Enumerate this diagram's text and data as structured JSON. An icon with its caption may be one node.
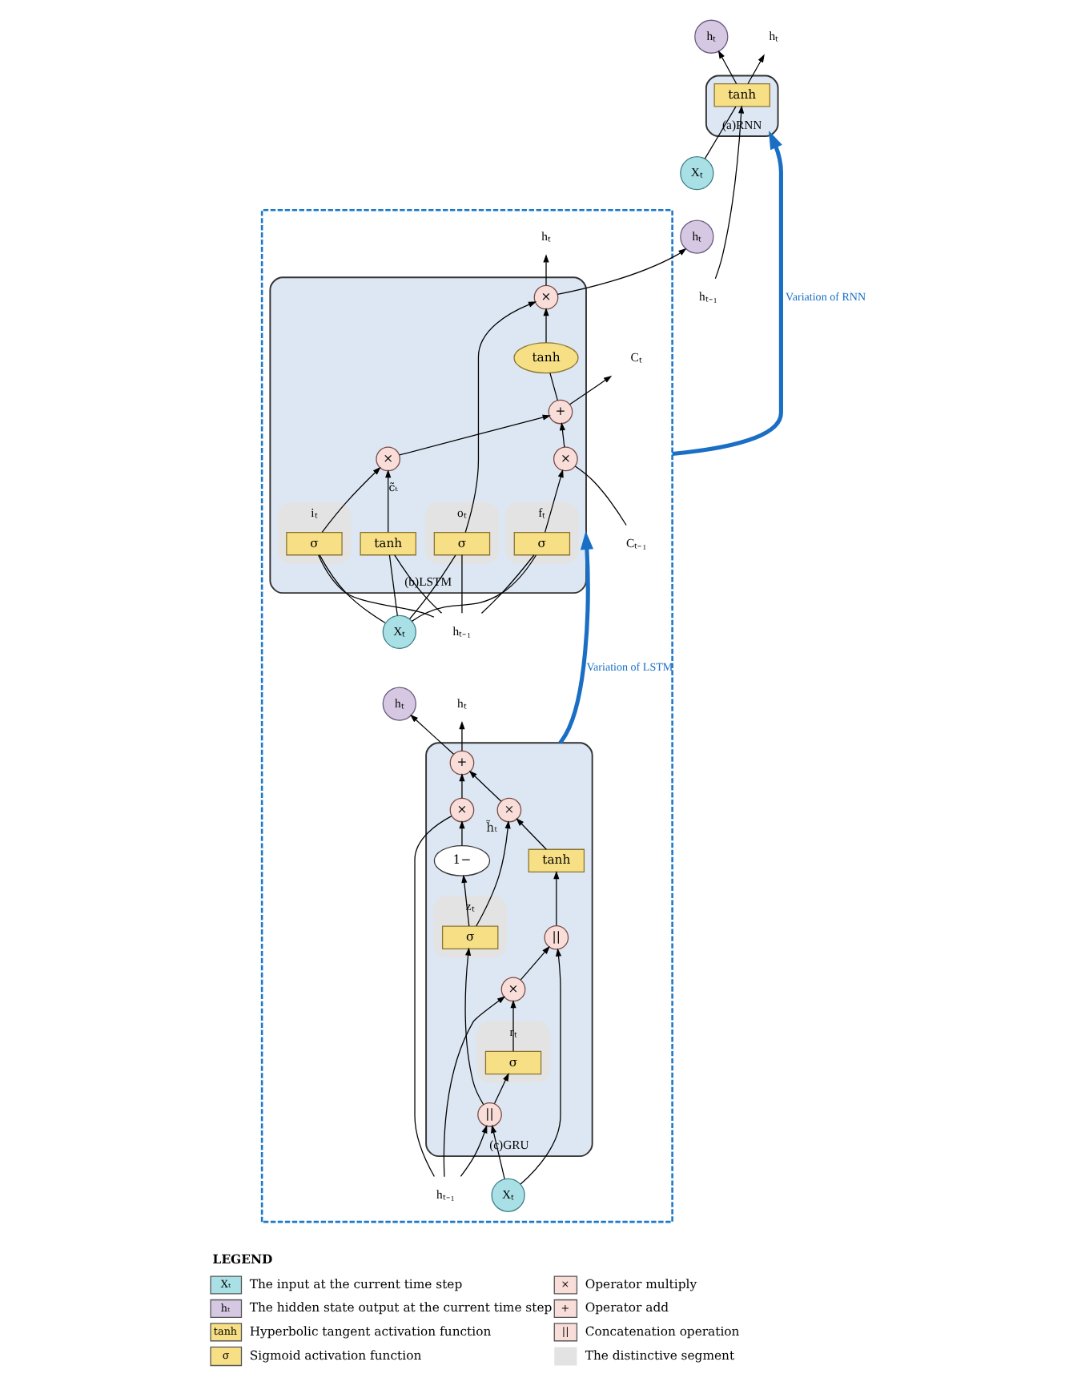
{
  "diagram": {
    "nodes": [
      {
        "text": [
          "(a)RNN"
        ]
      },
      {
        "text": [
          "hₜ₋₁"
        ]
      },
      {
        "text": [
          "tanh"
        ],
        "in": 0
      },
      {
        "text": [
          "Xₜ"
        ]
      },
      {
        "text": [
          "hₜ"
        ]
      },
      {
        "text": [
          "hₜ"
        ]
      },
      {
        "text": [],
        "shape": "box"
      },
      {
        "text": [
          "(b)LSTM"
        ],
        "in": 6
      },
      {
        "text": [
          "Cₜ₋₁"
        ],
        "in": 6
      },
      {
        "text": [
          "×"
        ],
        "in": 7
      },
      {
        "text": [
          "+"
        ],
        "in": 7
      },
      {
        "text": [
          "Cₜ"
        ],
        "in": 6
      },
      {
        "text": [
          "tanh"
        ],
        "in": 7
      },
      {
        "text": [
          "×"
        ],
        "in": 7
      },
      {
        "text": [
          "fₜ"
        ],
        "in": 7
      },
      {
        "text": [
          "σ"
        ],
        "in": 14
      },
      {
        "text": [
          "iₜ"
        ],
        "in": 7
      },
      {
        "text": [
          "σ"
        ],
        "in": 16
      },
      {
        "text": [
          "×"
        ],
        "in": 7
      },
      {
        "text": [
          "tanh"
        ],
        "in": 7
      },
      {
        "text": [
          "oₜ"
        ],
        "in": 7
      },
      {
        "text": [
          "σ"
        ],
        "in": 20
      },
      {
        "text": [
          "hₜ₋₁"
        ],
        "in": 6
      },
      {
        "text": [
          "hₜ"
        ],
        "in": 6
      },
      {
        "text": [
          "Xₜ"
        ],
        "in": 6
      },
      {
        "text": [
          "hₜ"
        ]
      },
      {
        "text": [
          "(c)GRU"
        ],
        "in": 6
      },
      {
        "text": [
          "hₜ₋₁"
        ],
        "in": 6
      },
      {
        "text": [
          "×"
        ],
        "in": 26
      },
      {
        "text": [
          "+"
        ],
        "in": 26
      },
      {
        "text": [
          "hₜ"
        ],
        "in": 6
      },
      {
        "text": [
          "hₜ"
        ],
        "in": 6
      },
      {
        "text": [
          "1−"
        ],
        "in": 26
      },
      {
        "text": [
          "×"
        ],
        "in": 26
      },
      {
        "text": [
          "rₜ"
        ],
        "in": 26
      },
      {
        "text": [
          "σ"
        ],
        "in": 34
      },
      {
        "text": [
          "zₜ"
        ],
        "in": 26
      },
      {
        "text": [
          "σ"
        ],
        "in": 36
      },
      {
        "text": [
          "×"
        ],
        "in": 26,
        "beside": [
          "h̃ₜ"
        ]
      },
      {
        "text": [
          "||"
        ],
        "in": 26
      },
      {
        "text": [
          "||"
        ],
        "in": 26
      },
      {
        "text": [
          "tanh"
        ],
        "in": 26
      },
      {
        "text": [
          "Xₜ"
        ],
        "in": 6
      }
    ],
    "edges": [
      {
        "from": 1,
        "to": 2,
        "arrow": "to"
      },
      {
        "from": 3,
        "to": 2,
        "arrow": "none"
      },
      {
        "from": 2,
        "to": 5,
        "arrow": "to"
      },
      {
        "from": 2,
        "to": 4,
        "arrow": "to"
      },
      {
        "from": 6,
        "to": 0,
        "arrow": "to",
        "label": "Variation of RNN",
        "style": "thick",
        "color": "#1a6fc4"
      },
      {
        "from": 8,
        "to": 9,
        "arrow": "none"
      },
      {
        "from": 9,
        "to": 10,
        "arrow": "to"
      },
      {
        "from": 10,
        "to": 11,
        "arrow": "to"
      },
      {
        "from": 10,
        "to": 12,
        "arrow": "none"
      },
      {
        "from": 12,
        "to": 13,
        "arrow": "to"
      },
      {
        "from": 15,
        "to": 9,
        "arrow": "to"
      },
      {
        "from": 17,
        "to": 18,
        "arrow": "to"
      },
      {
        "from": 19,
        "to": 18,
        "arrow": "to",
        "label": "c̃ₜ"
      },
      {
        "from": 18,
        "to": 10,
        "arrow": "to"
      },
      {
        "from": 21,
        "to": 13,
        "arrow": "to"
      },
      {
        "from": 13,
        "to": 23,
        "arrow": "to"
      },
      {
        "from": 13,
        "to": 25,
        "arrow": "to"
      },
      {
        "from": 22,
        "to": 15,
        "arrow": "none"
      },
      {
        "from": 22,
        "to": 17,
        "arrow": "none"
      },
      {
        "from": 22,
        "to": 19,
        "arrow": "none"
      },
      {
        "from": 22,
        "to": 21,
        "arrow": "none"
      },
      {
        "from": 24,
        "to": 15,
        "arrow": "none"
      },
      {
        "from": 24,
        "to": 17,
        "arrow": "none"
      },
      {
        "from": 24,
        "to": 19,
        "arrow": "none"
      },
      {
        "from": 24,
        "to": 21,
        "arrow": "none"
      },
      {
        "from": 26,
        "to": 7,
        "arrow": "to",
        "label": "Variation of LSTM",
        "style": "thick",
        "color": "#1a6fc4"
      },
      {
        "from": 27,
        "to": 28,
        "arrow": "none"
      },
      {
        "from": 28,
        "to": 29,
        "arrow": "to"
      },
      {
        "from": 29,
        "to": 30,
        "arrow": "to"
      },
      {
        "from": 29,
        "to": 31,
        "arrow": "to"
      },
      {
        "from": 27,
        "to": 39,
        "arrow": "to"
      },
      {
        "from": 27,
        "to": 33,
        "arrow": "to"
      },
      {
        "from": 42,
        "to": 39,
        "arrow": "to"
      },
      {
        "from": 42,
        "to": 40,
        "arrow": "to"
      },
      {
        "from": 39,
        "to": 35,
        "arrow": "to"
      },
      {
        "from": 39,
        "to": 37,
        "arrow": "to"
      },
      {
        "from": 35,
        "to": 33,
        "arrow": "to"
      },
      {
        "from": 33,
        "to": 40,
        "arrow": "to"
      },
      {
        "from": 37,
        "to": 32,
        "arrow": "to"
      },
      {
        "from": 37,
        "to": 38,
        "arrow": "to"
      },
      {
        "from": 32,
        "to": 28,
        "arrow": "to"
      },
      {
        "from": 40,
        "to": 41,
        "arrow": "to"
      },
      {
        "from": 41,
        "to": 38,
        "arrow": "to"
      },
      {
        "from": 38,
        "to": 29,
        "arrow": "to"
      }
    ],
    "labels": [
      "LEGEND",
      "Xₜ",
      "×",
      "hₜ",
      "+",
      "tanh",
      "||",
      "σ"
    ],
    "legend": [
      {
        "text": "The input at the current time step"
      },
      {
        "text": "Operator multiply"
      },
      {
        "text": "The hidden state output at the current time step"
      },
      {
        "text": "Operator add"
      },
      {
        "text": "Hyperbolic tangent activation function"
      },
      {
        "text": "Concatenation operation"
      },
      {
        "text": "Sigmoid activation function"
      },
      {
        "text": "The distinctive segment",
        "color": "#e3e3e3"
      }
    ]
  }
}
